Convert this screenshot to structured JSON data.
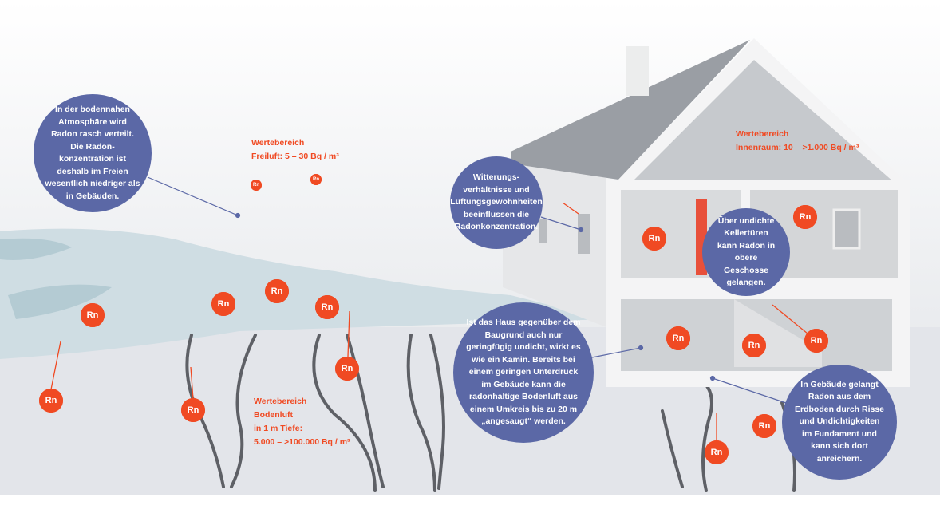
{
  "bubbles": {
    "atmosphere": "In der bodennahen Atmosphäre wird Radon rasch verteilt. Die Radon­konzentration ist deshalb im Freien wesentlich niedriger als in Gebäuden.",
    "weather": "Witterungs­verhältnisse und Lüftungsgewohnheiten beeinflussen die Radon­konzentration.",
    "cellar_doors": "Über undichte Kellertüren kann Radon in obere Geschosse gelangen.",
    "chimney": "Ist das Haus gegenüber dem Baugrund auch nur geringfügig undicht, wirkt es wie ein Kamin. Bereits bei einem geringen Unterdruck im Gebäude kann die radonhaltige Bodenluft aus einem Umkreis bis zu 20 m „angesaugt“ werden.",
    "foundation": "In Gebäude gelangt Radon aus dem Erdboden durch Risse und Undichtigkeiten im Fundament und kann sich dort anreichern."
  },
  "ranges": {
    "outdoor": {
      "title": "Wertebereich",
      "value": "Freiluft: 5 – 30 Bq / m³"
    },
    "indoor": {
      "title": "Wertebereich",
      "value": "Innenraum: 10 – >1.000 Bq / m³"
    },
    "soil": {
      "title": "Wertebereich",
      "line2": "Bodenluft",
      "line3": "in 1 m Tiefe:",
      "value": "5.000 – >100.000 Bq / m³"
    }
  },
  "radon_label": "Rn",
  "colors": {
    "bubble": "#5b68a6",
    "radon": "#f04a23"
  }
}
